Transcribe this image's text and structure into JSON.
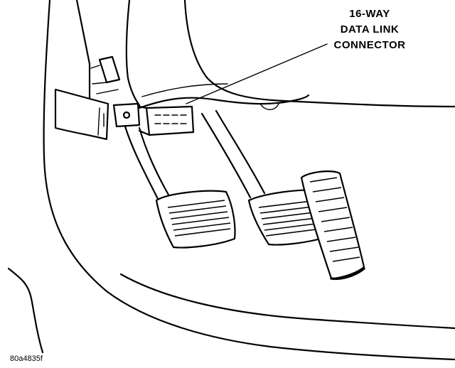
{
  "callout": {
    "line1": "16-WAY",
    "line2": "DATA LINK",
    "line3": "CONNECTOR"
  },
  "figure_code": "80a4835f"
}
